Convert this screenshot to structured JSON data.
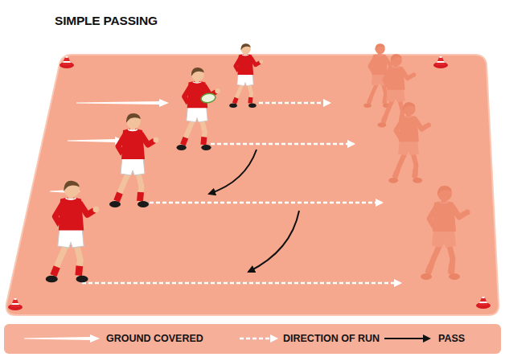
{
  "diagram": {
    "title": "SIMPLE PASSING",
    "legend": [
      {
        "text": "GROUND COVERED"
      },
      {
        "text": "DIRECTION OF RUN"
      },
      {
        "text": "PASS"
      }
    ]
  }
}
